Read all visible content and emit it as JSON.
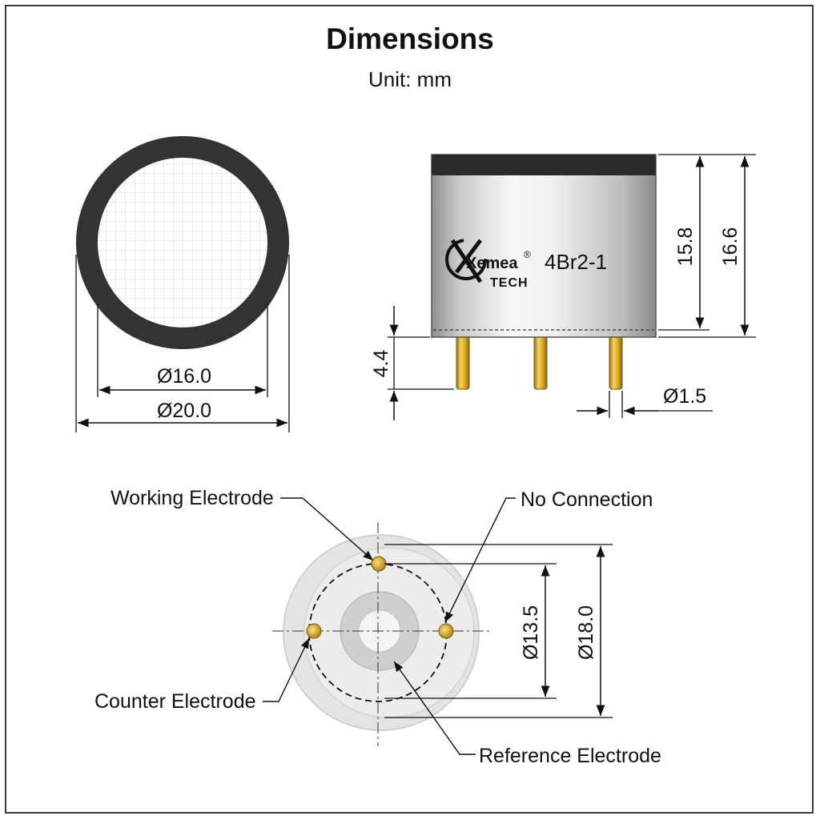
{
  "header": {
    "title": "Dimensions",
    "subtitle": "Unit: mm"
  },
  "top_view": {
    "inner_diameter": "Ø16.0",
    "outer_diameter": "Ø20.0"
  },
  "side_view": {
    "brand_name": "Xemea",
    "brand_registered": "®",
    "brand_sub": "TECH",
    "model": "4Br2-1",
    "body_height": "15.8",
    "total_height": "16.6",
    "pin_length": "4.4",
    "pin_diameter": "Ø1.5"
  },
  "bottom_view": {
    "working_electrode": "Working Electrode",
    "no_connection": "No Connection",
    "counter_electrode": "Counter Electrode",
    "reference_electrode": "Reference Electrode",
    "pin_circle_diameter": "Ø13.5",
    "body_diameter": "Ø18.0"
  },
  "colors": {
    "ring": "#333333",
    "can_light": "#f3f3f3",
    "can_dark": "#9a9a9a",
    "cap": "#2b2b2b",
    "pin_gold": "#d4a21a",
    "bottom_disc": "#dedede"
  }
}
